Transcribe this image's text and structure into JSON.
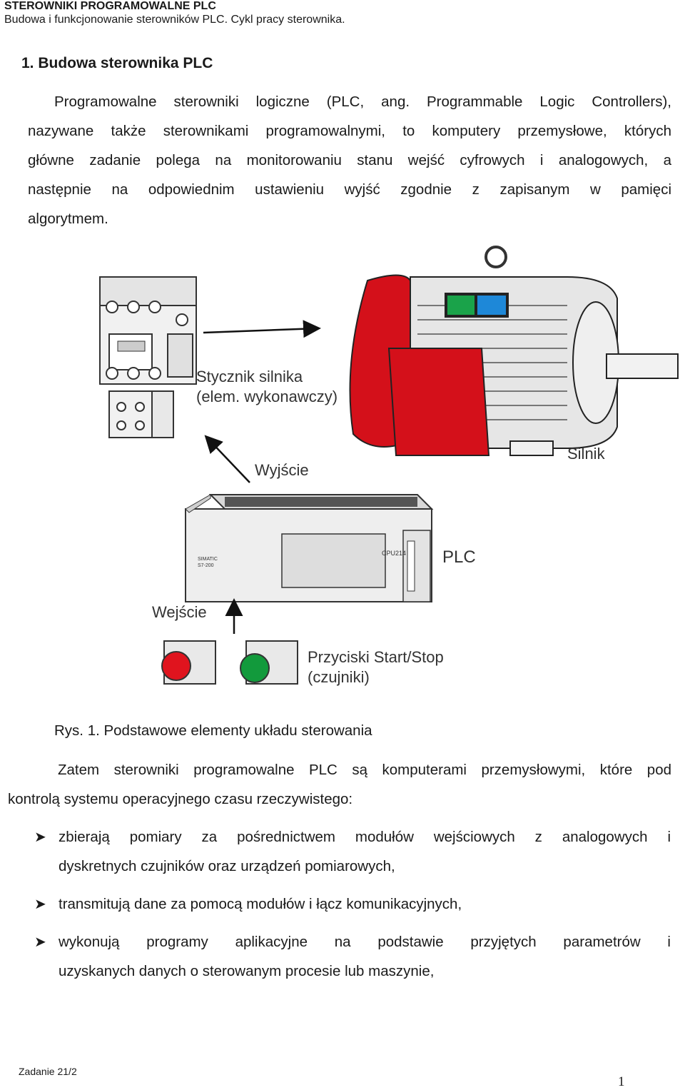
{
  "header": {
    "title": "STEROWNIKI PROGRAMOWALNE PLC",
    "subtitle": "Budowa i funkcjonowanie sterowników PLC. Cykl  pracy sterownika."
  },
  "section": {
    "heading": "1. Budowa sterownika PLC"
  },
  "intro": {
    "lines": [
      "Programowalne sterowniki logiczne (PLC, ang. Programmable Logic  Controllers),",
      "nazywane także sterownikami programowalnymi, to komputery przemysłowe, których",
      "główne zadanie polega na monitorowaniu stanu wejść cyfrowych i analogowych, a",
      "następnie na odpowiednim ustawieniu wyjść zgodnie z zapisanym w pamięci",
      "algorytmem."
    ]
  },
  "figure": {
    "labels": {
      "contactor_line1": "Stycznik silnika",
      "contactor_line2": "(elem. wykonawczy)",
      "motor": "Silnik",
      "output": "Wyjście",
      "plc": "PLC",
      "input": "Wejście",
      "buttons_line1": "Przyciski Start/Stop",
      "buttons_line2": "(czujniki)",
      "plc_cpu": "CPU214",
      "plc_brand_line1": "SIMATIC",
      "plc_brand_line2": "S7-200"
    },
    "caption": "Rys. 1. Podstawowe elementy układu sterowania"
  },
  "body": {
    "lines": [
      "Zatem sterowniki programowalne PLC są komputerami przemysłowymi, które pod",
      "kontrolą systemu operacyjnego czasu rzeczywistego:"
    ]
  },
  "bullets": [
    {
      "line1": "zbierają pomiary za pośrednictwem modułów wejściowych z analogowych i",
      "line2": "dyskretnych czujników oraz urządzeń pomiarowych,"
    },
    {
      "line1": "transmitują dane za pomocą modułów i łącz komunikacyjnych,",
      "line2": ""
    },
    {
      "line1": "wykonują programy aplikacyjne na podstawie przyjętych parametrów i",
      "line2": "uzyskanych danych o sterowanym procesie lub maszynie,"
    }
  ],
  "footer": {
    "left": "Zadanie 21/2",
    "page_number": "1"
  },
  "colors": {
    "motor_red": "#d4101a",
    "terminal_green": "#1aa34a",
    "terminal_blue": "#1e88d8",
    "button_red": "#e0141e",
    "button_green": "#129a3c"
  }
}
